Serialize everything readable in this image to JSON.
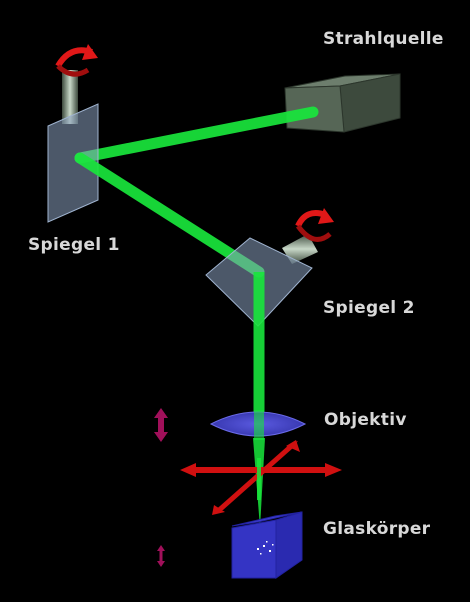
{
  "labels": {
    "source": "Strahlquelle",
    "mirror1": "Spiegel 1",
    "mirror2": "Spiegel 2",
    "objective": "Objektiv",
    "glass_body": "Glaskörper"
  },
  "colors": {
    "background": "#000000",
    "laser": "#19e63c",
    "rotation_arrow": "#e01818",
    "stage_arrow": "#d01010",
    "vertical_arrow": "#a0105a",
    "lens": "#4646c8",
    "glass_block": "#2a2ab0",
    "source_box": "#4a5a4a",
    "mirror": "#8aa0c0",
    "label_text": "#d8d8d8"
  },
  "icons": {
    "mirror1_rotation": "rotation-arrow-icon",
    "mirror2_rotation": "rotation-arrow-icon",
    "objective_motion": "vertical-double-arrow-icon",
    "glass_motion": "vertical-double-arrow-icon",
    "stage_motion": "xy-cross-arrow-icon"
  }
}
